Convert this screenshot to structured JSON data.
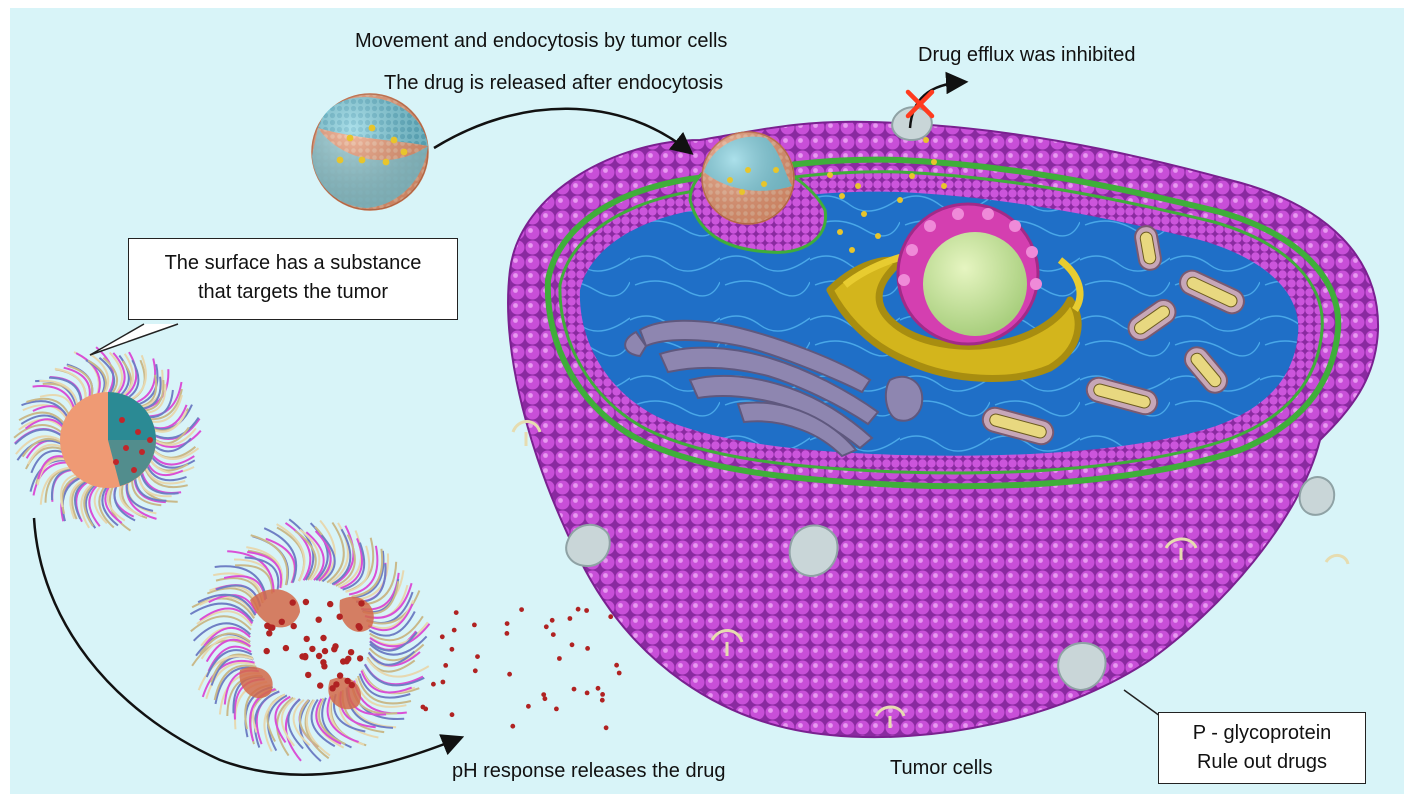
{
  "labels": {
    "endocytosis_line1": "Movement and endocytosis by tumor cells",
    "endocytosis_line2": "The drug is released after endocytosis",
    "efflux": "Drug efflux was inhibited",
    "surface_line1": "The surface has a substance",
    "surface_line2": "that targets the tumor",
    "ph_release": "pH response releases the drug",
    "tumor_cells": "Tumor cells",
    "pgp_line1": "P - glycoprotein",
    "pgp_line2": "Rule out drugs"
  },
  "colors": {
    "background": "#d8f4f8",
    "membrane": "#c24fd6",
    "membrane_dark": "#8a2aa0",
    "lipid_tail": "#3fae3a",
    "cytoplasm": "#1f6fc7",
    "golgi": "#8e86b0",
    "er": "#e0c21e",
    "nucleus": "#d43fb0",
    "nucleolus": "#c8e69a",
    "mitochondria": "#c7a7b8",
    "drug": "#e8c52b",
    "released_drug": "#b02222",
    "nanoparticle_shell": "#ef9a74",
    "nanoparticle_core": "#2b8a94",
    "pgp": "#c9d6d8",
    "blocked_x": "#ff3b1f"
  }
}
